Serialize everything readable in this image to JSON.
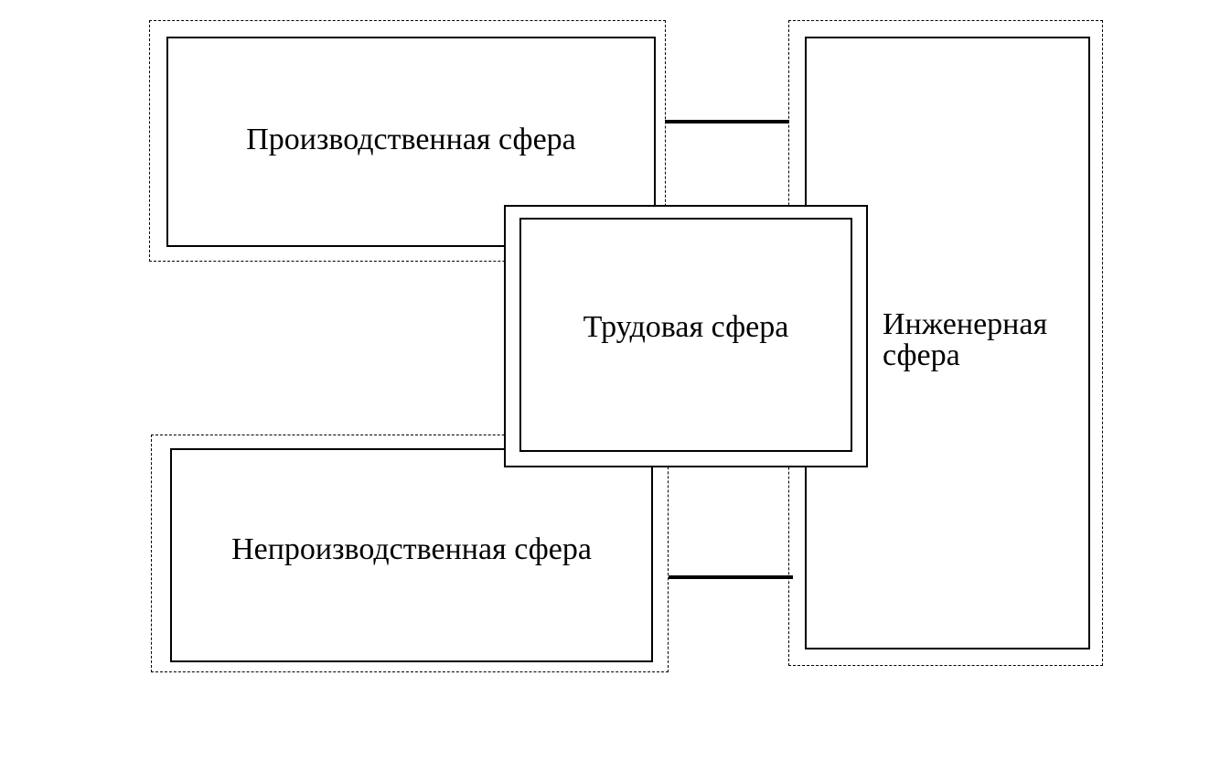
{
  "nodes": {
    "production": {
      "label": "Производственная сфера"
    },
    "non_production": {
      "label": "Непроизводственная сфера"
    },
    "labor": {
      "label": "Трудовая сфера"
    },
    "engineering": {
      "line1": "Инженерная",
      "line2": "сфера"
    }
  }
}
